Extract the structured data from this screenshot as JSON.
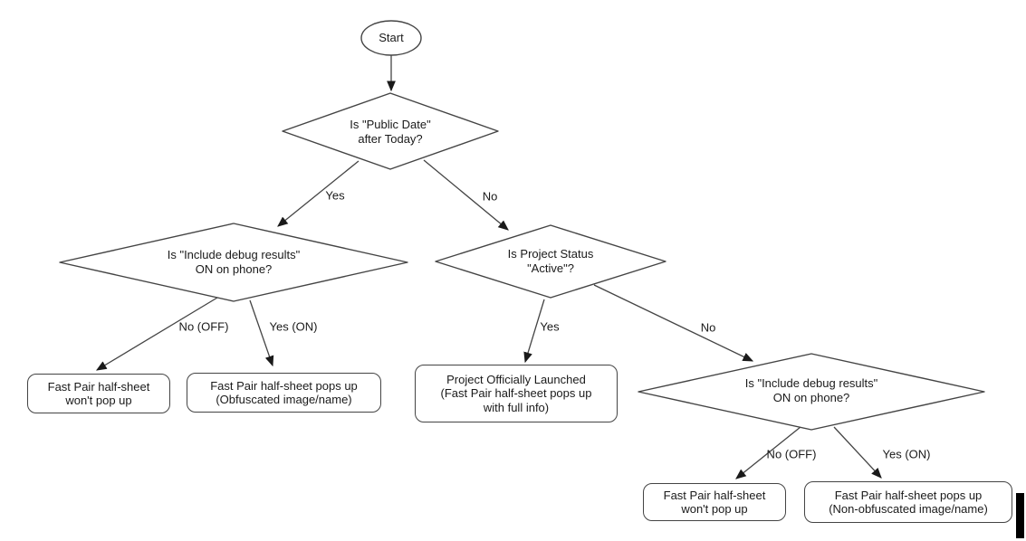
{
  "flowchart": {
    "nodes": {
      "start": "Start",
      "decision_public_date": "Is \"Public Date\"\nafter Today?",
      "decision_debug_left": "Is \"Include debug results\"\nON on phone?",
      "decision_project_status": "Is Project Status\n\"Active\"?",
      "decision_debug_right": "Is \"Include debug results\"\nON on phone?",
      "result_no_popup_left": "Fast Pair half-sheet\nwon't pop up",
      "result_obfuscated": "Fast Pair half-sheet pops up\n(Obfuscated image/name)",
      "result_launched": "Project Officially Launched\n(Fast Pair half-sheet pops up\nwith full info)",
      "result_no_popup_right": "Fast Pair half-sheet\nwon't pop up",
      "result_non_obfuscated": "Fast Pair half-sheet pops up\n(Non-obfuscated image/name)"
    },
    "edge_labels": {
      "public_date_yes": "Yes",
      "public_date_no": "No",
      "debug_left_no": "No (OFF)",
      "debug_left_yes": "Yes (ON)",
      "project_status_yes": "Yes",
      "project_status_no": "No",
      "debug_right_no": "No (OFF)",
      "debug_right_yes": "Yes (ON)"
    },
    "colors": {
      "line": "#444444",
      "arrowhead": "#1a1a1a",
      "text": "#1a1a1a",
      "background": "#ffffff"
    }
  }
}
